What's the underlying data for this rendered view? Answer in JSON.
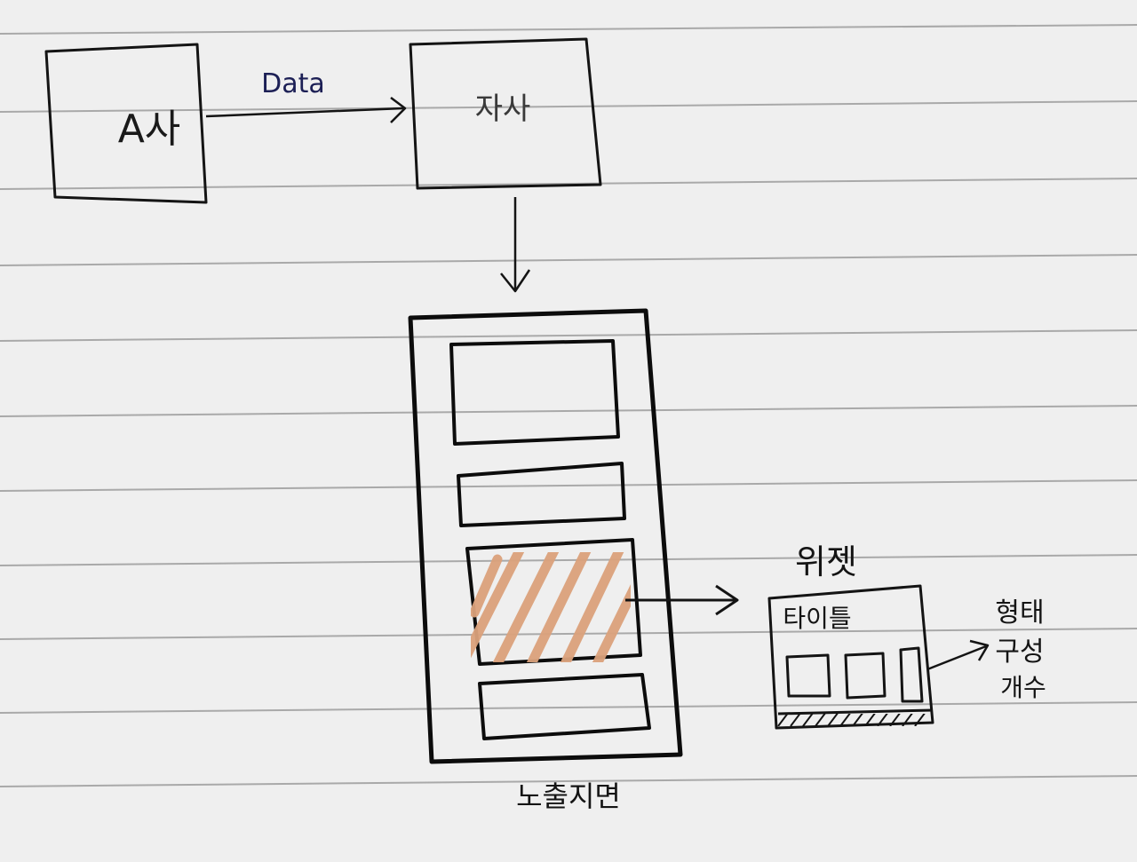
{
  "nodes": {
    "a_company": {
      "label": "A사"
    },
    "our_company": {
      "label": "자사"
    },
    "exposure_screen": {
      "label": "노출지면"
    },
    "widget": {
      "label": "위젯",
      "title": "타이틀"
    }
  },
  "edges": {
    "data_flow": {
      "label": "Data"
    }
  },
  "annotations": {
    "widget_properties": [
      "형태",
      "구성",
      "개수"
    ]
  },
  "colors": {
    "paper": "#efefef",
    "rule_line": "#a9a9a9",
    "ink": "#141414",
    "blue_ink": "#1c1f55",
    "hatch": "#dba27c"
  }
}
